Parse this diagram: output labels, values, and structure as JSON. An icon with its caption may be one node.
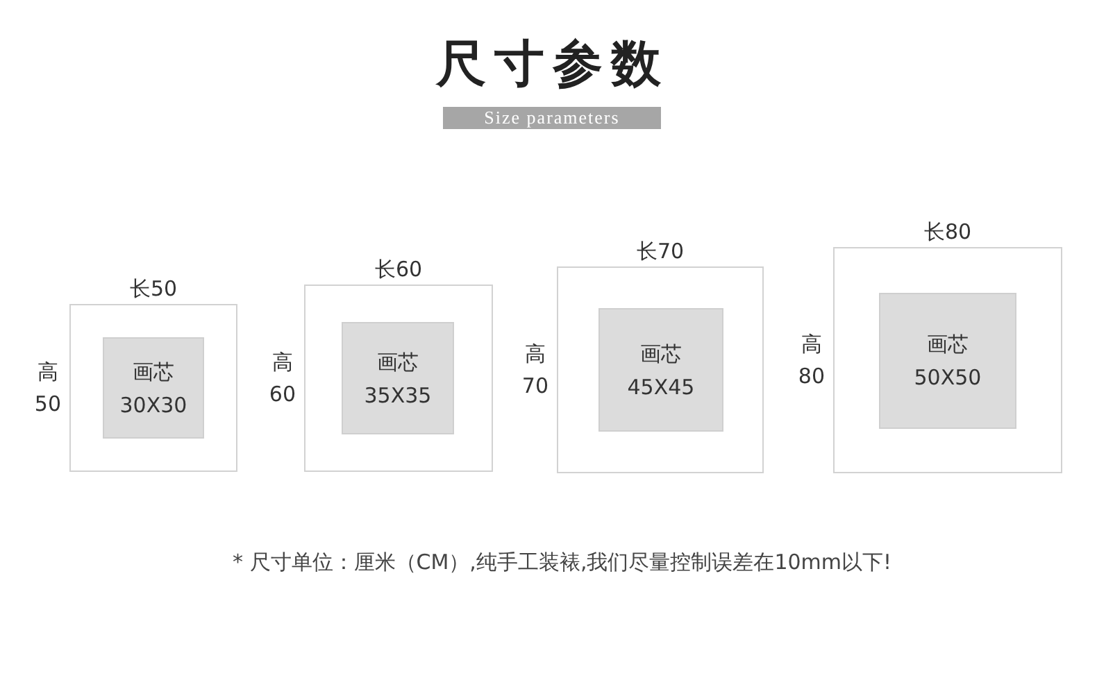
{
  "diagram": {
    "title": "尺寸参数",
    "caption": "* 尺寸单位：厘米（CM）,纯手工装裱,我们尽量控制误差在10mm以下!",
    "nodes": [
      {
        "text": [
          "长50"
        ],
        "beside": [
          "高50"
        ]
      },
      {
        "text": [
          "画芯",
          "30X30"
        ],
        "in": 0
      },
      {
        "text": [
          "长60"
        ],
        "beside": [
          "高60"
        ]
      },
      {
        "text": [
          "画芯",
          "35X35"
        ],
        "in": 2
      },
      {
        "text": [
          "长70"
        ],
        "beside": [
          "高70"
        ]
      },
      {
        "text": [
          "画芯",
          "45X45"
        ],
        "in": 4
      },
      {
        "text": [
          "长80"
        ],
        "beside": [
          "高80"
        ]
      },
      {
        "text": [
          "画芯",
          "50X50"
        ],
        "in": 6
      }
    ],
    "labels": [
      "Size parameters"
    ]
  }
}
